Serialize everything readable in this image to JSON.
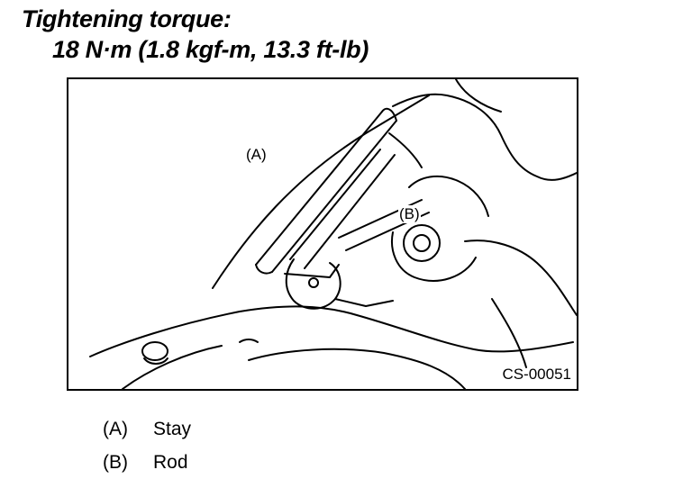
{
  "heading": {
    "title": "Tightening torque:",
    "value": "18 N·m (1.8 kgf-m, 13.3 ft-lb)"
  },
  "figure": {
    "code": "CS-00051",
    "callouts": [
      {
        "label": "(A)"
      },
      {
        "label": "(B)"
      }
    ]
  },
  "legend": [
    {
      "key": "(A)",
      "text": "Stay"
    },
    {
      "key": "(B)",
      "text": "Rod"
    }
  ]
}
